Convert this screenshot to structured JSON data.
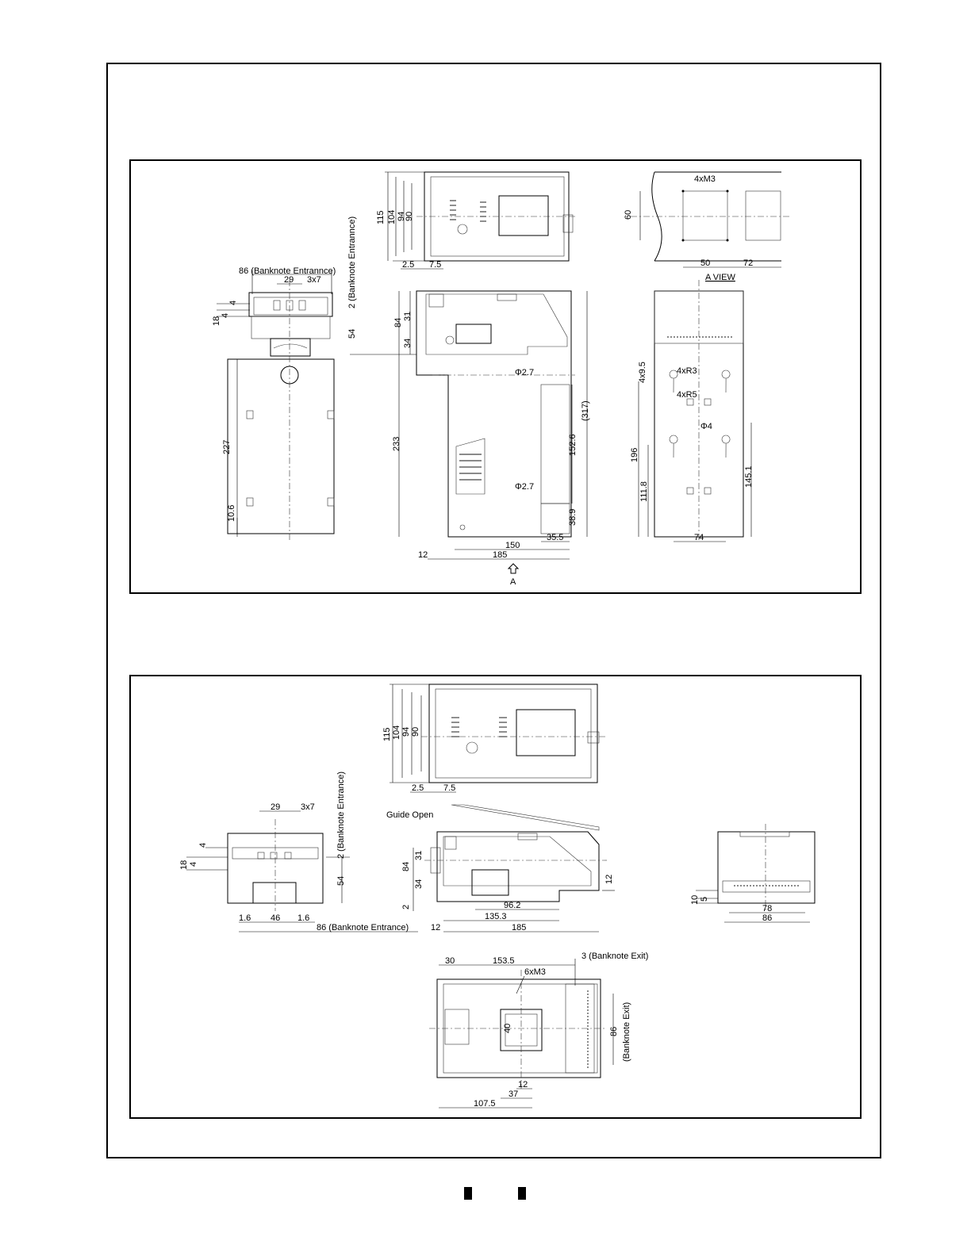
{
  "top_panel": {
    "front_view": {
      "entrance_width": "86 (Banknote Entrannce)",
      "dim_29": "29",
      "dim_3x7": "3x7",
      "dim_4": "4",
      "dim_18": "18",
      "dim_4b": "4",
      "dim_227": "227",
      "dim_10_6": "10.6"
    },
    "top_view": {
      "dim_115": "115",
      "dim_104": "104",
      "dim_94": "94",
      "dim_90": "90",
      "dim_2_5": "2.5",
      "dim_7_5": "7.5"
    },
    "side_view": {
      "entrance_offset": "2 (Banknote Entrannce)",
      "dim_54": "54",
      "dim_84": "84",
      "dim_31": "31",
      "dim_34": "34",
      "dim_233": "233",
      "phi_upper": "Φ2.7",
      "phi_lower": "Φ2.7",
      "dim_317": "(317)",
      "dim_152_6": "152.6",
      "dim_38_9": "38.9",
      "dim_35_5": "35.5",
      "dim_150": "150",
      "dim_185": "185",
      "dim_12": "12",
      "view_arrow_label": "A"
    },
    "a_view": {
      "holes": "4xM3",
      "dim_60": "60",
      "dim_50": "50",
      "dim_72": "72",
      "title": "A VIEW"
    },
    "rear_view": {
      "slot": "4x9.5",
      "r3": "4xR3",
      "r5": "4xR5",
      "phi4": "Φ4",
      "dim_196": "196",
      "dim_111_8": "111.8",
      "dim_145_1": "145.1",
      "dim_74": "74"
    }
  },
  "bottom_panel": {
    "top_view": {
      "dim_115": "115",
      "dim_104": "104",
      "dim_94": "94",
      "dim_90": "90",
      "dim_2_5": "2.5",
      "dim_7_5": "7.5"
    },
    "front_view": {
      "entrance_offset": "2 (Banknote Entrance)",
      "dim_29": "29",
      "dim_3x7": "3x7",
      "dim_4": "4",
      "dim_18": "18",
      "dim_4b": "4",
      "dim_54": "54",
      "dim_1_6_left": "1.6",
      "dim_46": "46",
      "dim_1_6_right": "1.6",
      "entrance_width": "86 (Banknote Entrance)"
    },
    "side_view": {
      "guide_label": "Guide Open",
      "dim_84": "84",
      "dim_31": "31",
      "dim_34": "34",
      "dim_2": "2",
      "dim_12_right": "12",
      "dim_96_2": "96.2",
      "dim_135_3": "135.3",
      "dim_185": "185",
      "dim_12": "12"
    },
    "rear_view": {
      "dim_10": "10",
      "dim_5": "5",
      "dim_78": "78",
      "dim_86": "86"
    },
    "bottom_view": {
      "dim_30": "30",
      "dim_153_5": "153.5",
      "exit_offset": "3 (Banknote Exit)",
      "holes": "6xM3",
      "dim_40": "40",
      "exit_width": "86",
      "exit_label": "(Banknote Exit)",
      "dim_12": "12",
      "dim_37": "37",
      "dim_107_5": "107.5"
    }
  }
}
